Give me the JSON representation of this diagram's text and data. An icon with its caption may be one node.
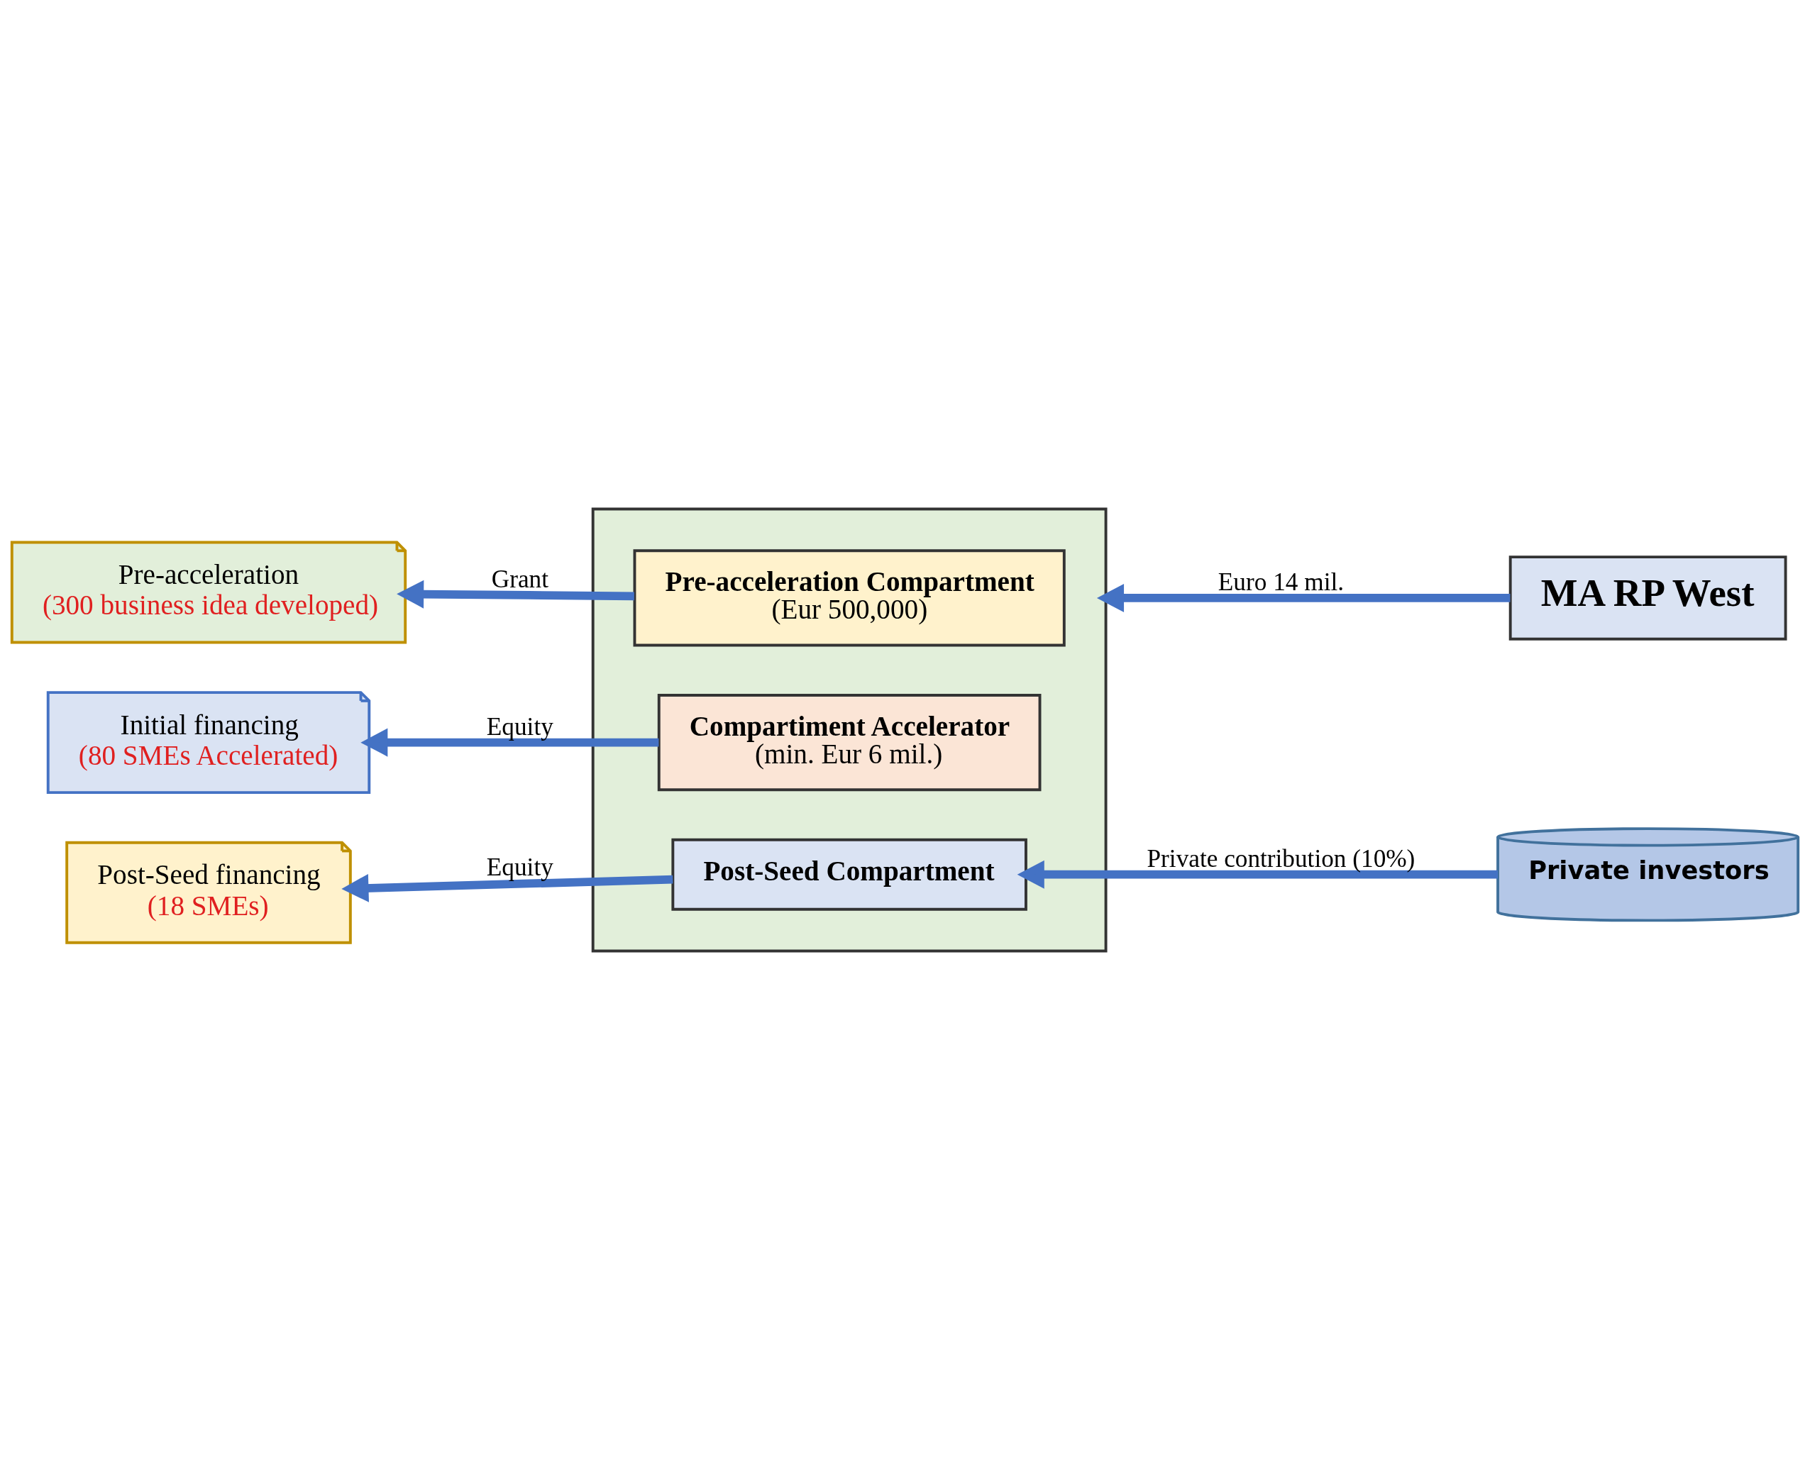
{
  "diagram": {
    "nodes": [
      {
        "text": [
          "MA RP West"
        ]
      },
      {
        "text": [],
        "shape": "box"
      },
      {
        "text": [
          "Pre-acceleration Compartment",
          "(Eur 500,000)"
        ],
        "in": 1
      },
      {
        "text": [
          "Compartiment Accelerator",
          "(min. Eur 6 mil.)"
        ],
        "in": 1
      },
      {
        "text": [
          "Post-Seed Compartment"
        ],
        "in": 1
      },
      {
        "text": [
          "Pre-acceleration",
          "(300 business idea developed)"
        ]
      },
      {
        "text": [
          "Initial financing",
          "(80 SMEs Accelerated)"
        ]
      },
      {
        "text": [
          "Post-Seed financing",
          "(18 SMEs)"
        ]
      },
      {
        "text": [
          "Private investors"
        ]
      }
    ],
    "edges": [
      {
        "from": 0,
        "to": 1,
        "arrow": "to",
        "label": "Euro 14 mil."
      },
      {
        "from": 2,
        "to": 5,
        "arrow": "to",
        "label": "Grant"
      },
      {
        "from": 3,
        "to": 6,
        "arrow": "to",
        "label": "Equity"
      },
      {
        "from": 4,
        "to": 7,
        "arrow": "to",
        "label": "Equity"
      },
      {
        "from": 8,
        "to": 4,
        "arrow": "to",
        "label": "Private contribution (10%)"
      }
    ]
  }
}
